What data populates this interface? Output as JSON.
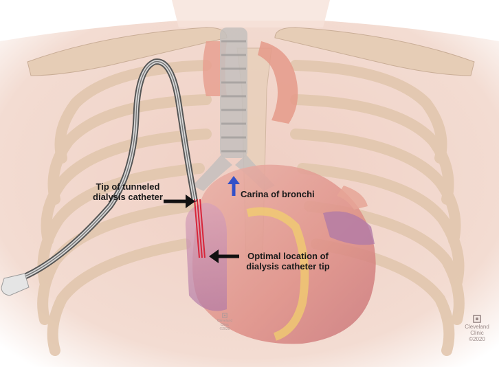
{
  "labels": {
    "tip_line1": "Tip of tunneled",
    "tip_line2": "dialysis catheter",
    "carina": "Carina of bronchi",
    "optimal_line1": "Optimal location of",
    "optimal_line2": "dialysis catheter tip"
  },
  "logo": {
    "line1": "Cleveland",
    "line2": "Clinic",
    "line3": "©2020"
  },
  "watermark": {
    "line1": "Cleveland",
    "line2": "Clinic",
    "line3": "©2020"
  },
  "colors": {
    "skin": "#f2d8cc",
    "bone": "#e3c9b0",
    "heart": "#d98b86",
    "vessel": "#e59a8a",
    "trachea": "#b8b4b2",
    "catheter": "#6a6a6a",
    "catheter_tip": "#d8263a",
    "arrow_black": "#111111",
    "arrow_blue": "#3350c8"
  }
}
